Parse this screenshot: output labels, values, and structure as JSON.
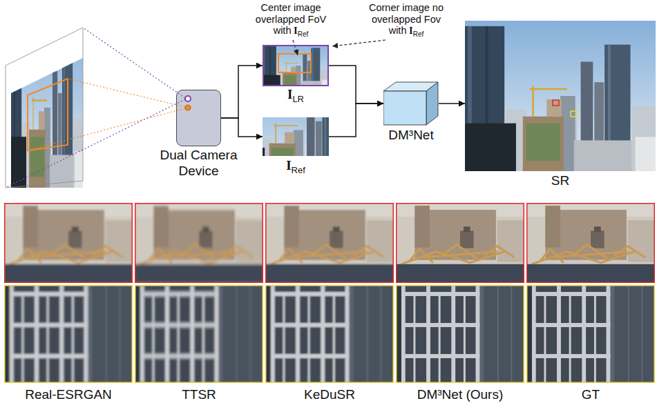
{
  "diagram": {
    "nodes": [
      {
        "text": [
          "Dual Camera Device"
        ]
      },
      {
        "text": [
          "I",
          "LR"
        ]
      },
      {
        "text": [
          "I",
          "Ref"
        ]
      },
      {
        "text": [
          "DM³Net"
        ]
      },
      {
        "text": [
          "SR"
        ]
      }
    ],
    "edges": [
      {
        "from": 0,
        "to": 1,
        "arrow": "to"
      },
      {
        "from": 0,
        "to": 2,
        "arrow": "to"
      },
      {
        "from": 1,
        "to": 3,
        "arrow": "to"
      },
      {
        "from": 2,
        "to": 3,
        "arrow": "to"
      },
      {
        "from": 3,
        "to": 4,
        "arrow": "to"
      }
    ],
    "labels": [
      "Center image overlapped FoV with",
      "I",
      "Ref",
      "Corner image no overlapped Fov with",
      "I",
      "Ref",
      "Real-ESRGAN",
      "TTSR",
      "KeDuSR",
      "DM³Net (Ours)",
      "GT"
    ]
  }
}
